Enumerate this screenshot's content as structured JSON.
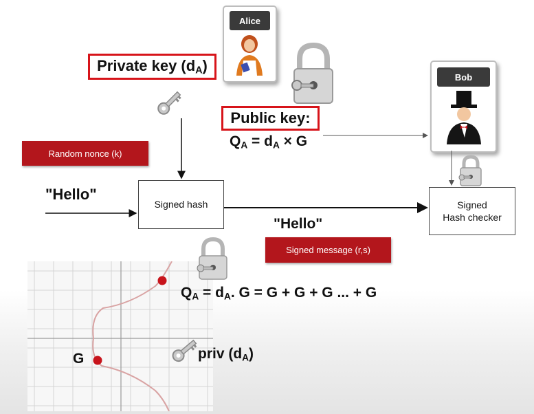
{
  "alice": {
    "label": "Alice"
  },
  "bob": {
    "label": "Bob"
  },
  "private_key": {
    "text": "Private key (d",
    "sub": "A",
    "close": ")"
  },
  "public_key": {
    "label": "Public key:",
    "formula": "Q",
    "formula_sub": "A",
    "formula_mid": " = d",
    "formula_sub2": "A",
    "formula_end": " × G"
  },
  "nonce": {
    "label": "Random nonce (k)"
  },
  "message": {
    "text": "\"Hello\""
  },
  "signed_hash": {
    "label": "Signed hash"
  },
  "checker": {
    "line1": "Signed",
    "line2": "Hash checker"
  },
  "signed_message": {
    "label": "Signed message (r,s)"
  },
  "message_sent": {
    "text": "\"Hello\""
  },
  "curve_formula": {
    "q": "Q",
    "q_sub": "A",
    "mid": " = d",
    "d_sub": "A",
    "rest": ". G = G + G + G ... + G"
  },
  "priv_label": {
    "text": "priv (d",
    "sub": "A",
    "close": ")"
  },
  "g_label": {
    "text": "G"
  },
  "colors": {
    "accent_red": "#d7141a",
    "fill_red": "#b3161c",
    "curve": "#d9a3a3",
    "point": "#c8141c"
  }
}
